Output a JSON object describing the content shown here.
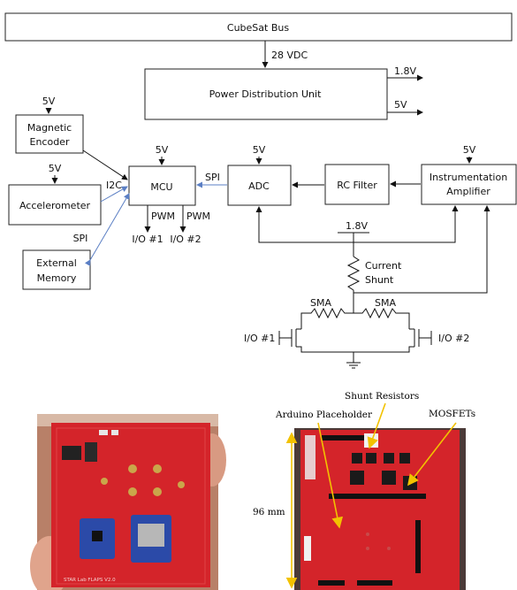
{
  "diagram": {
    "bus_label": "CubeSat Bus",
    "bus_voltage": "28 VDC",
    "pdu_label": "Power Distribution Unit",
    "pdu_out_1": "1.8V",
    "pdu_out_2": "5V",
    "mag_encoder_line1": "Magnetic",
    "mag_encoder_line2": "Encoder",
    "mag_encoder_supply": "5V",
    "accelerometer_label": "Accelerometer",
    "accelerometer_supply": "5V",
    "i2c_label": "I2C",
    "spi_memory_label": "SPI",
    "external_memory_line1": "External",
    "external_memory_line2": "Memory",
    "mcu_label": "MCU",
    "mcu_supply": "5V",
    "pwm_1": "PWM",
    "pwm_2": "PWM",
    "io_1": "I/O #1",
    "io_2": "I/O #2",
    "spi_adc_label": "SPI",
    "adc_label": "ADC",
    "adc_supply": "5V",
    "rc_filter_label": "RC Filter",
    "inst_amp_line1": "Instrumentation",
    "inst_amp_line2": "Amplifier",
    "inst_amp_supply": "5V",
    "shunt_supply": "1.8V",
    "shunt_line1": "Current",
    "shunt_line2": "Shunt",
    "sma_left": "SMA",
    "sma_right": "SMA",
    "mosfet_io_left": "I/O #1",
    "mosfet_io_right": "I/O #2"
  },
  "photos": {
    "board_silkscreen": "STAR Lab FLAPS V2.0",
    "label_shunt_resistors": "Shunt Resistors",
    "label_arduino": "Arduino Placeholder",
    "label_mosfets": "MOSFETs",
    "dimension": "96 mm"
  },
  "colors": {
    "board_red": "#d4242a",
    "breakout_blue": "#2b4aa8",
    "annotation_yellow": "#f2c200",
    "signal_blue": "#5b7fc4"
  }
}
